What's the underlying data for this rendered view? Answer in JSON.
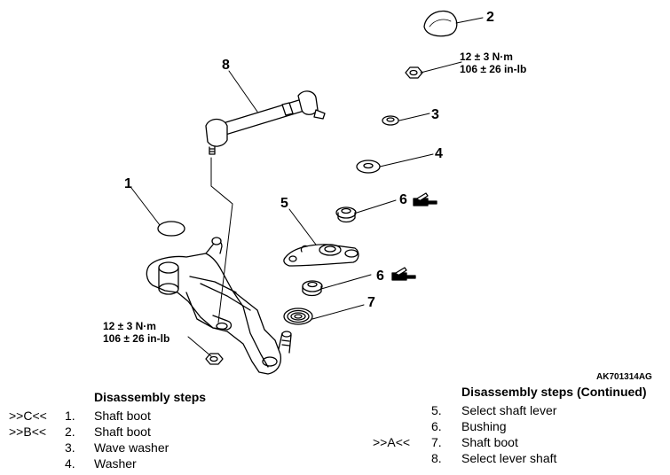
{
  "diagram": {
    "callouts": [
      "1",
      "2",
      "3",
      "4",
      "5",
      "6",
      "6",
      "7",
      "8"
    ],
    "torque_upper": {
      "line1": "12 ± 3 N·m",
      "line2": "106 ± 26 in-lb"
    },
    "torque_lower": {
      "line1": "12 ± 3 N·m",
      "line2": "106 ± 26 in-lb"
    },
    "figure_id": "AK701314AG",
    "grease_icon": "grease-gun-icon"
  },
  "steps_left": {
    "heading": "Disassembly steps",
    "items": [
      {
        "mark": ">>C<<",
        "num": "1.",
        "name": "Shaft boot"
      },
      {
        "mark": ">>B<<",
        "num": "2.",
        "name": "Shaft boot"
      },
      {
        "mark": "",
        "num": "3.",
        "name": "Wave washer"
      },
      {
        "mark": "",
        "num": "4.",
        "name": "Washer"
      }
    ]
  },
  "steps_right": {
    "heading": "Disassembly steps (Continued)",
    "items": [
      {
        "mark": "",
        "num": "5.",
        "name": "Select shaft lever"
      },
      {
        "mark": "",
        "num": "6.",
        "name": "Bushing"
      },
      {
        "mark": ">>A<<",
        "num": "7.",
        "name": "Shaft boot"
      },
      {
        "mark": "",
        "num": "8.",
        "name": "Select lever shaft"
      }
    ]
  }
}
